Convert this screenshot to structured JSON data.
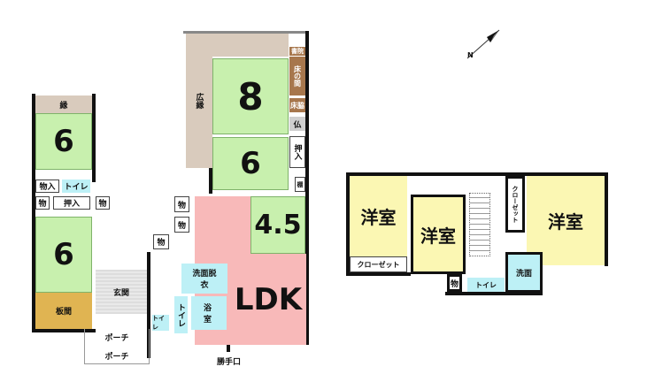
{
  "floor1": {
    "engawa": "縁",
    "room_tl": "6",
    "monoire": "物入",
    "toilet_tl": "トイレ",
    "mono_a": "物",
    "oshiire_a": "押入",
    "mono_b": "物",
    "room_bl": "6",
    "itama": "板間",
    "genkan": "玄関",
    "porch1": "ポーチ",
    "porch2": "ポーチ",
    "hiroen": "広縁",
    "room_8": "8",
    "shoin": "書院",
    "tokonoma": "床の間",
    "tokowaki": "床脇",
    "butsudan": "仏",
    "oshiire_b": "押入",
    "tana": "棚",
    "room_6c": "6",
    "room_45": "4.5",
    "mono_c": "物",
    "mono_d": "物",
    "mono_e": "物",
    "senmen": "洗面脱衣",
    "toilet_b": "トイレ",
    "toilet_c": "トイレ",
    "yokushitsu": "浴室",
    "ldk": "LDK",
    "katteguchi": "勝手口"
  },
  "floor2": {
    "yoshitsu_l": "洋室",
    "closet_l": "クローゼット",
    "yoshitsu_m": "洋室",
    "closet_r": "クローゼット",
    "yoshitsu_r": "洋室",
    "mono": "物",
    "toilet": "トイレ",
    "senmen": "洗面"
  },
  "compass": {
    "label": "N"
  },
  "colors": {
    "tatami": "#c8f0ae",
    "ldk": "#f8b9b9",
    "western": "#fbf7b3",
    "wet": "#bdf0f6",
    "engawa": "#d9cbbd",
    "itama": "#e0b452"
  }
}
